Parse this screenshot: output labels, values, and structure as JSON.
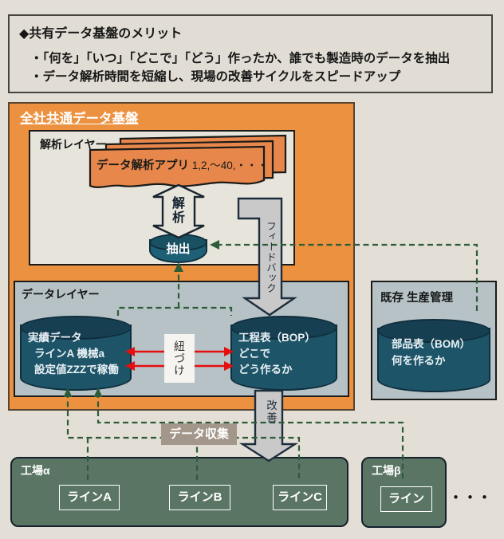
{
  "merits": {
    "title": "◆共有データ基盤のメリット",
    "bullets": [
      "・「何を」「いつ」「どこで」「どう」作ったか、誰でも製造時のデータを抽出",
      "・データ解析時間を短縮し、現場の改善サイクルをスピードアップ"
    ]
  },
  "platform": {
    "title": "全社共通データ基盤",
    "analysis_layer": {
      "label": "解析レイヤー",
      "app_card_label": "データ解析アプリ",
      "app_card_numbers": "1,2,～40,・・・",
      "analyze_arrow_label": "解析",
      "extract_cylinder_label": "抽出"
    },
    "feedback_arrow_label": "フィードバック",
    "improve_arrow_label": "改善",
    "data_layer": {
      "label": "データレイヤー",
      "actual_cylinder": {
        "title": "実績データ",
        "line1": "ラインA 機械a",
        "line2": "設定値ZZZで稼働"
      },
      "link_label": "紐づけ",
      "bop_cylinder": {
        "title": "工程表（BOP）",
        "line1": "どこで",
        "line2": "どう作るか"
      }
    }
  },
  "legacy": {
    "label": "既存 生産管理",
    "bom_cylinder": {
      "title": "部品表（BOM）",
      "line1": "何を作るか"
    }
  },
  "collection_label": "データ収集",
  "factories": [
    {
      "name": "工場α",
      "lines": [
        "ラインA",
        "ラインB",
        "ラインC"
      ]
    },
    {
      "name": "工場β",
      "lines": [
        "ライン"
      ]
    }
  ],
  "ellipsis": "・・・",
  "colors": {
    "background": "#e3dfd6",
    "platform_orange": "#ec9140",
    "panel_gray_blue": "#b6c2c5",
    "cylinder_teal": "#1d5468",
    "dashed_green": "#2e5c3a",
    "arrow_red": "#e50f0f",
    "factory_green": "#5b7564",
    "collection_taupe": "#a3968a",
    "card_orange": "#e8874b"
  }
}
